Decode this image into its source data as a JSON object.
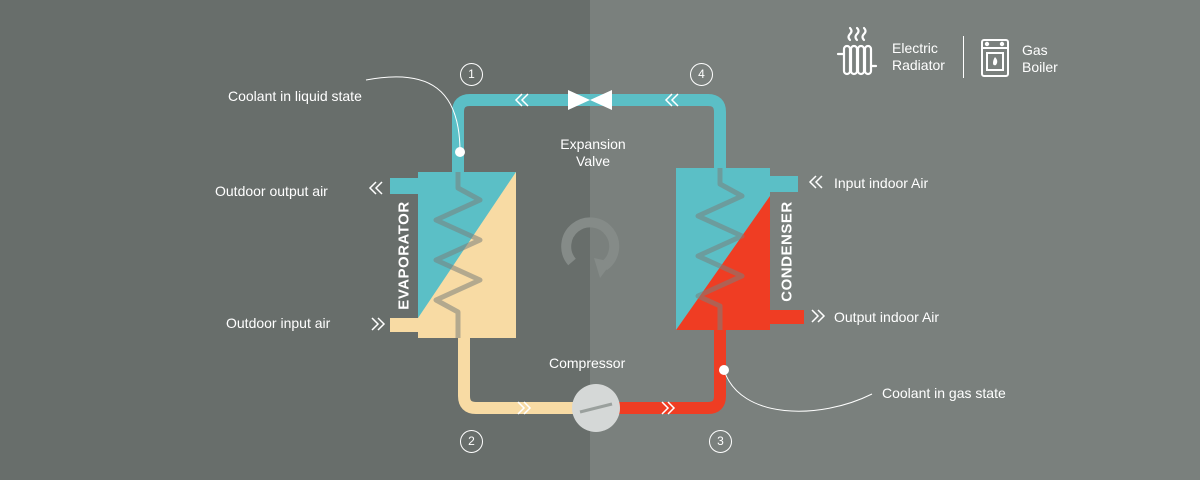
{
  "legend": {
    "electric_radiator_label": "Electric\nRadiator",
    "electric_radiator_line1": "Electric",
    "electric_radiator_line2": "Radiator",
    "electric_radiator_icon": "radiator-icon",
    "gas_boiler_line1": "Gas",
    "gas_boiler_line2": "Boiler",
    "gas_boiler_icon": "boiler-icon"
  },
  "labels": {
    "coolant_liquid": "Coolant in liquid state",
    "outdoor_output_air": "Outdoor output air",
    "outdoor_input_air": "Outdoor input air",
    "expansion_valve_line1": "Expansion",
    "expansion_valve_line2": "Valve",
    "compressor": "Compressor",
    "input_indoor_air": "Input indoor Air",
    "output_indoor_air": "Output indoor Air",
    "coolant_gas": "Coolant in gas state",
    "evaporator": "EVAPORATOR",
    "condenser": "CONDENSER"
  },
  "steps": [
    "1",
    "2",
    "3",
    "4"
  ],
  "colors": {
    "liquid": "#5bbfc6",
    "warm": "#f8dba4",
    "hot": "#ef3d23",
    "white": "#ffffff"
  },
  "icons": {
    "cycle": "cycle-icon",
    "flow_arrows": "double-chevron-icon"
  }
}
